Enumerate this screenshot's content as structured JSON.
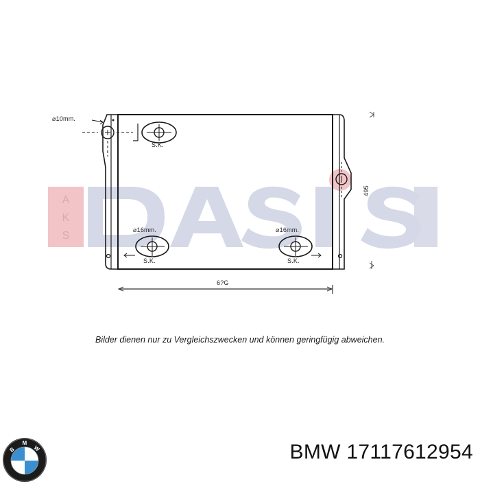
{
  "watermark": {
    "brand": "DASIS",
    "side_text": "AKS",
    "colors": {
      "red_block": "#f2c4c8",
      "blue_letters": "#d5d8e6"
    }
  },
  "drawing": {
    "labels": {
      "top_left_hole": "⌀10mm.",
      "top_sk": "S.K.",
      "bottom_left_diameter": "⌀16mm.",
      "bottom_left_sk": "S.K.",
      "bottom_right_diameter": "⌀16mm.",
      "bottom_right_sk": "S.K.",
      "width_dimension": "6?G",
      "height_dimension": "495"
    },
    "line_color": "#1a1a1a"
  },
  "disclaimer": "Bilder dienen nur zu Vergleichszwecken und können geringfügig abweichen.",
  "footer": {
    "brand_logo": "bmw-logo",
    "logo_letters": [
      "B",
      "M",
      "W"
    ],
    "logo_colors": {
      "ring": "#1b1b1b",
      "blue": "#3a8fd0",
      "white": "#ffffff"
    },
    "part_title": "BMW 17117612954"
  }
}
